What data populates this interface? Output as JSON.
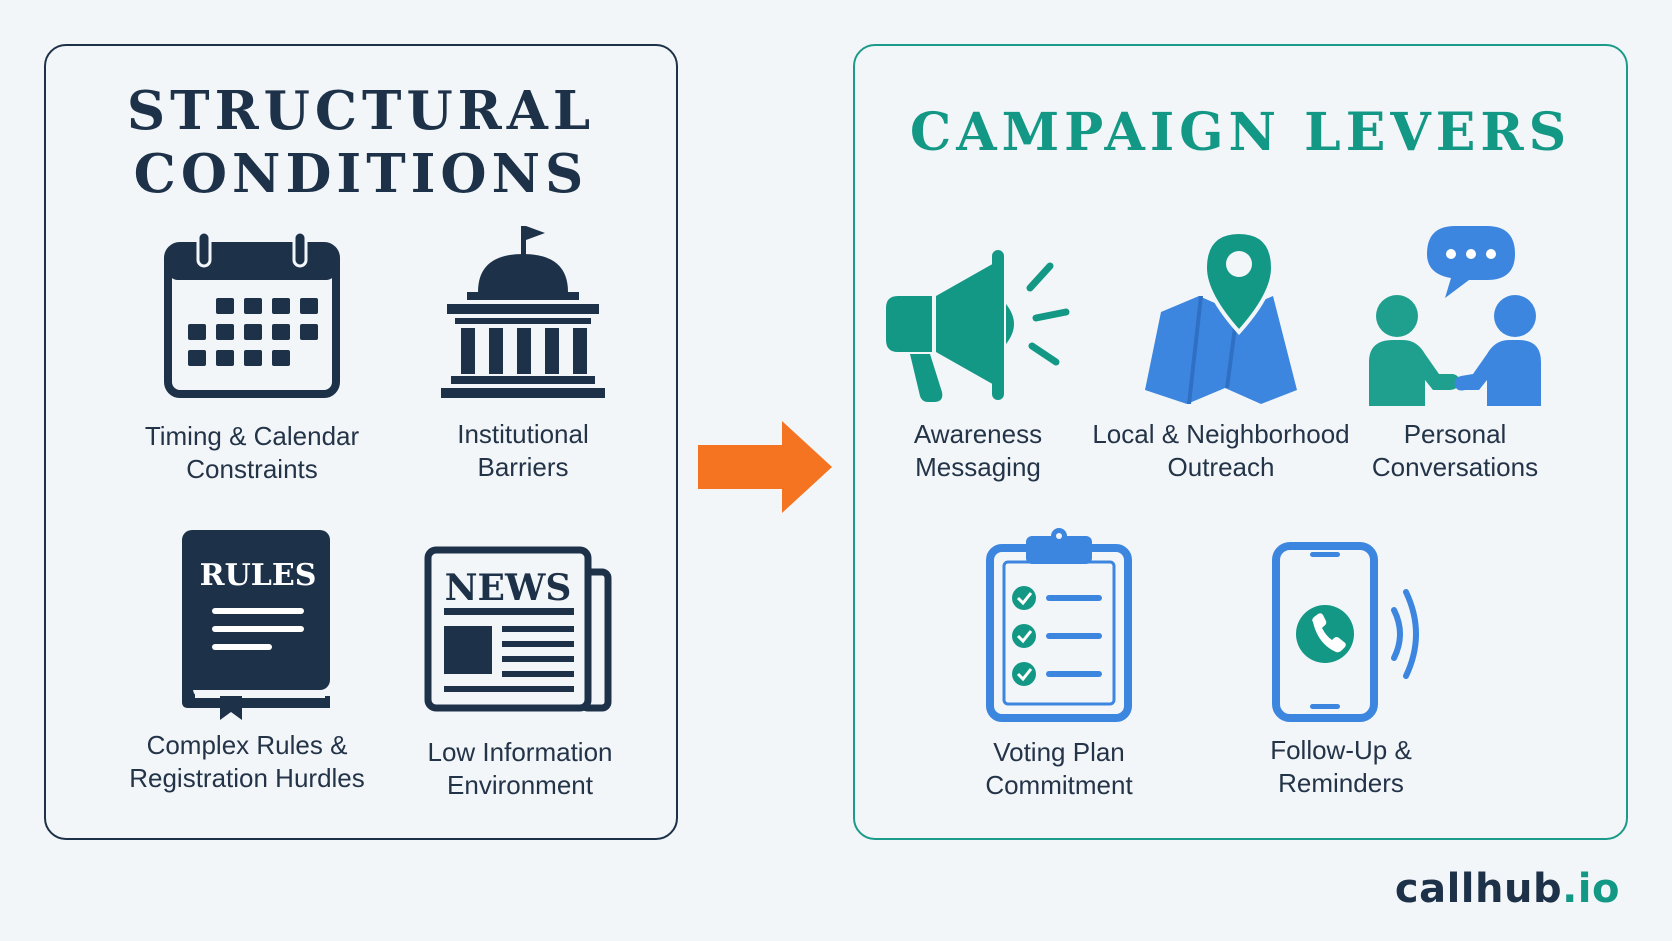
{
  "left_panel": {
    "title": "STRUCTURAL\nCONDITIONS",
    "items": [
      {
        "label": "Timing & Calendar\nConstraints",
        "icon": "calendar-icon"
      },
      {
        "label": "Institutional\nBarriers",
        "icon": "government-building-icon"
      },
      {
        "label": "Complex Rules &\nRegistration Hurdles",
        "icon": "rule-book-icon",
        "icon_text": "RULES"
      },
      {
        "label": "Low Information\nEnvironment",
        "icon": "newspaper-icon",
        "icon_text": "NEWS"
      }
    ]
  },
  "right_panel": {
    "title": "CAMPAIGN LEVERS",
    "items": [
      {
        "label": "Awareness\nMessaging",
        "icon": "megaphone-icon"
      },
      {
        "label": "Local & Neighborhood\nOutreach",
        "icon": "map-pin-icon"
      },
      {
        "label": "Personal\nConversations",
        "icon": "conversation-icon"
      },
      {
        "label": "Voting Plan\nCommitment",
        "icon": "checklist-clipboard-icon"
      },
      {
        "label": "Follow-Up &\nReminders",
        "icon": "phone-call-icon"
      }
    ]
  },
  "connector": {
    "icon": "arrow-right-icon",
    "color": "#f47421"
  },
  "brand": {
    "name": "callhub",
    "dot": ".",
    "tld": "io"
  },
  "colors": {
    "navy": "#1d3149",
    "teal": "#149886",
    "blue": "#3d86e0",
    "orange": "#f47421",
    "background": "#f3f6f9"
  }
}
